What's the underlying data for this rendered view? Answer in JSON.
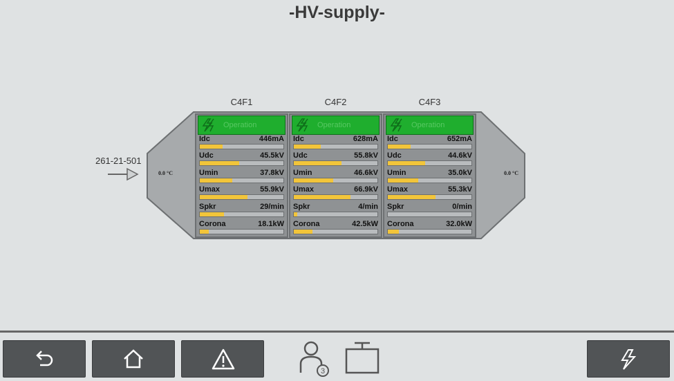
{
  "page": {
    "title": "-HV-supply-"
  },
  "inlet": {
    "label": "261-21-501"
  },
  "temperatures": {
    "left": "0.0 °C",
    "right": "0.0 °C"
  },
  "fields": [
    {
      "name": "C4F1",
      "status": "Operation",
      "rows": [
        {
          "label": "Idc",
          "value": "446mA",
          "fill": 0.27
        },
        {
          "label": "Udc",
          "value": "45.5kV",
          "fill": 0.47
        },
        {
          "label": "Umin",
          "value": "37.8kV",
          "fill": 0.39
        },
        {
          "label": "Umax",
          "value": "55.9kV",
          "fill": 0.57
        },
        {
          "label": "Spkr",
          "value": "29/min",
          "fill": 0.29
        },
        {
          "label": "Corona",
          "value": "18.1kW",
          "fill": 0.11
        }
      ]
    },
    {
      "name": "C4F2",
      "status": "Operation",
      "rows": [
        {
          "label": "Idc",
          "value": "628mA",
          "fill": 0.32
        },
        {
          "label": "Udc",
          "value": "55.8kV",
          "fill": 0.57
        },
        {
          "label": "Umin",
          "value": "46.6kV",
          "fill": 0.47
        },
        {
          "label": "Umax",
          "value": "66.9kV",
          "fill": 0.68
        },
        {
          "label": "Spkr",
          "value": "4/min",
          "fill": 0.04
        },
        {
          "label": "Corona",
          "value": "42.5kW",
          "fill": 0.22
        }
      ]
    },
    {
      "name": "C4F3",
      "status": "Operation",
      "rows": [
        {
          "label": "Idc",
          "value": "652mA",
          "fill": 0.27
        },
        {
          "label": "Udc",
          "value": "44.6kV",
          "fill": 0.45
        },
        {
          "label": "Umin",
          "value": "35.0kV",
          "fill": 0.36
        },
        {
          "label": "Umax",
          "value": "55.3kV",
          "fill": 0.57
        },
        {
          "label": "Spkr",
          "value": "0/min",
          "fill": 0.0
        },
        {
          "label": "Corona",
          "value": "32.0kW",
          "fill": 0.13
        }
      ]
    }
  ],
  "toolbar": {
    "buttons": [
      {
        "name": "back-button",
        "icon": "back-arrow-icon"
      },
      {
        "name": "home-button",
        "icon": "home-icon"
      },
      {
        "name": "alarm-button",
        "icon": "warning-icon"
      },
      {
        "name": "hv-button",
        "icon": "lightning-icon"
      }
    ],
    "user_level": "3",
    "user_icon": "user-icon",
    "screen_icon": "window-icon"
  },
  "colors": {
    "background": "#dfe2e3",
    "status_ok": "#1fae2e",
    "bar_fill": "#f2c53a",
    "button": "#515456"
  }
}
